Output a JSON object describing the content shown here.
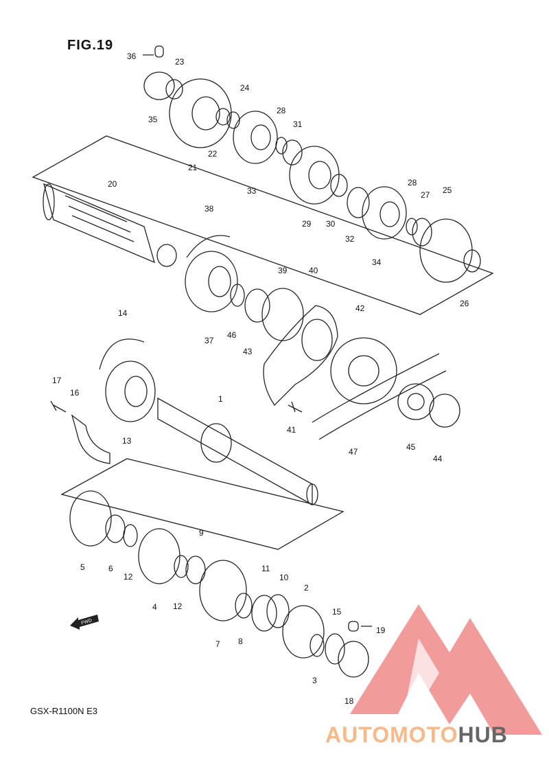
{
  "figure": {
    "title": "FIG.19",
    "model": "GSX-R1100N  E3"
  },
  "fwd_label": "FWD",
  "watermark": {
    "part1": "AUTOMOTO",
    "part2": "HUB",
    "color_primary": "#f08a8a",
    "color_secondary": "#666666"
  },
  "labels": [
    "1",
    "2",
    "3",
    "4",
    "5",
    "6",
    "7",
    "8",
    "9",
    "10",
    "11",
    "12",
    "12",
    "13",
    "14",
    "15",
    "16",
    "17",
    "18",
    "19",
    "20",
    "21",
    "22",
    "23",
    "24",
    "25",
    "26",
    "27",
    "28",
    "28",
    "29",
    "30",
    "31",
    "32",
    "33",
    "34",
    "35",
    "36",
    "37",
    "38",
    "39",
    "40",
    "41",
    "42",
    "43",
    "44",
    "45",
    "46",
    "47"
  ]
}
